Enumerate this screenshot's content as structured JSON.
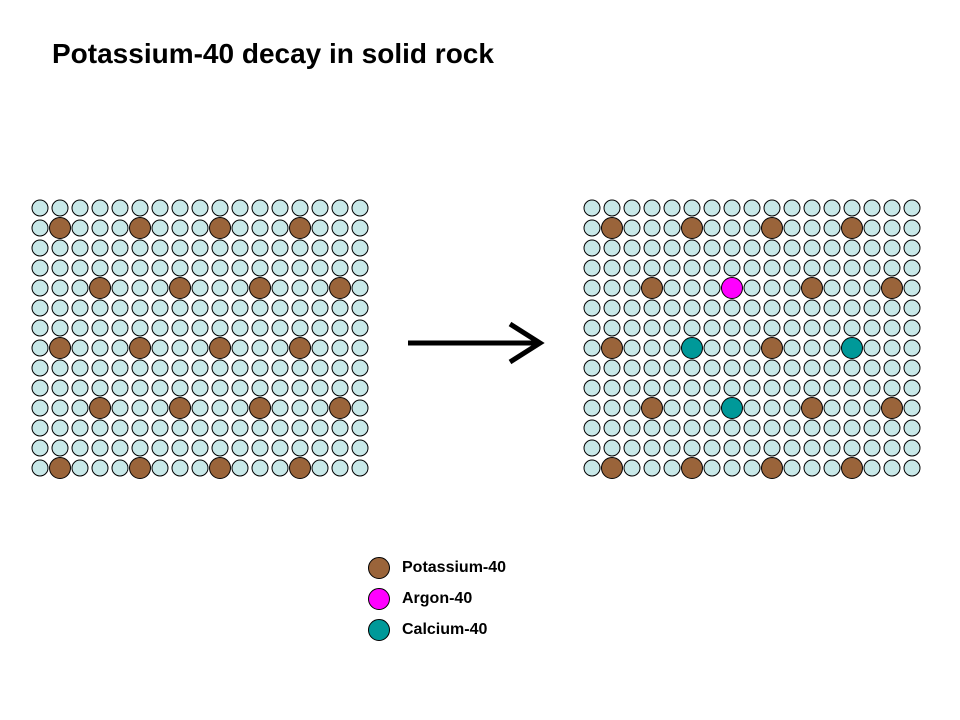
{
  "title": "Potassium-40 decay in solid rock",
  "colors": {
    "potassium": "#9a643a",
    "argon": "#ff00ff",
    "calcium": "#009999",
    "matrix": "#c8e8e8",
    "outline": "#000000"
  },
  "lattice": {
    "potassium_sites": 20,
    "before": {
      "potassium": 20,
      "argon": 0,
      "calcium": 0
    },
    "after": {
      "potassium": 16,
      "argon": 1,
      "calcium": 3
    }
  },
  "legend": [
    {
      "key": "potassium",
      "label": "Potassium-40"
    },
    {
      "key": "argon",
      "label": "Argon-40"
    },
    {
      "key": "calcium",
      "label": "Calcium-40"
    }
  ]
}
